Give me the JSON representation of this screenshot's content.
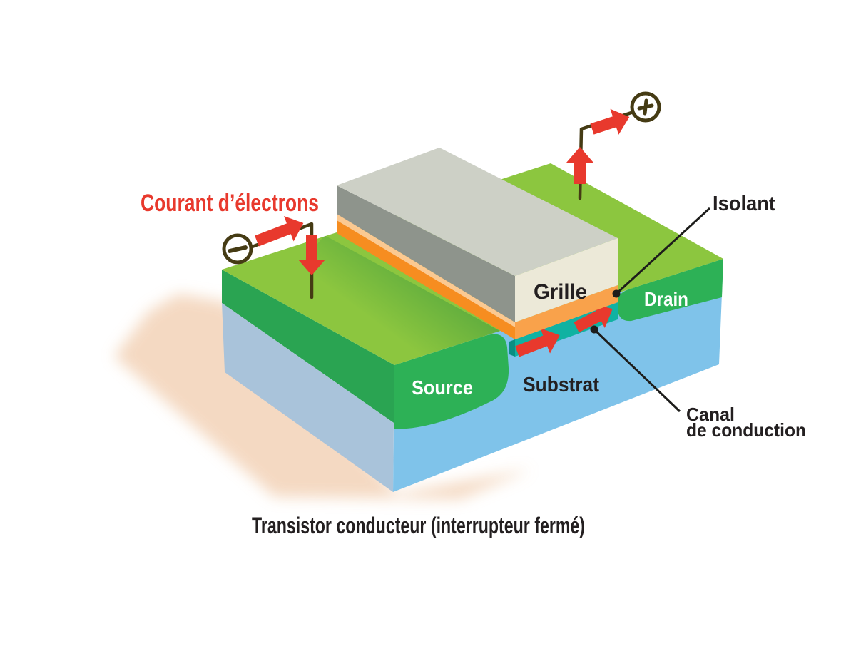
{
  "diagram": {
    "title": "Transistor conducteur (interrupteur fermé)",
    "annotations": {
      "electron_current": "Courant d’électrons",
      "insulator": "Isolant",
      "gate": "Grille",
      "drain": "Drain",
      "source": "Source",
      "substrate": "Substrat",
      "channel_line1": "Canal",
      "channel_line2": "de conduction"
    },
    "terminals": {
      "negative": "−",
      "positive": "+"
    },
    "colors": {
      "top_green": "#8cc63f",
      "side_green": "#2aa452",
      "band_green": "#2db156",
      "substrate_front_blue": "#7fc3ea",
      "substrate_side_blue": "#a9c3da",
      "channel_teal": "#10b2a2",
      "channel_teal_dark": "#0a8e82",
      "insulator_orange": "#f9a24b",
      "insulator_orange_side": "#f68d20",
      "insulator_highlight": "#fbd4a6",
      "gate_top": "#cdd0c6",
      "gate_side": "#8e948c",
      "gate_front": "#ece9d8",
      "arrow_red": "#e8392d",
      "wire_brown": "#453b14",
      "leader_black": "#1d1d1b",
      "text_dark": "#231f20",
      "text_light": "#ffffff",
      "shadow_peach": "#f3d3b8"
    }
  }
}
